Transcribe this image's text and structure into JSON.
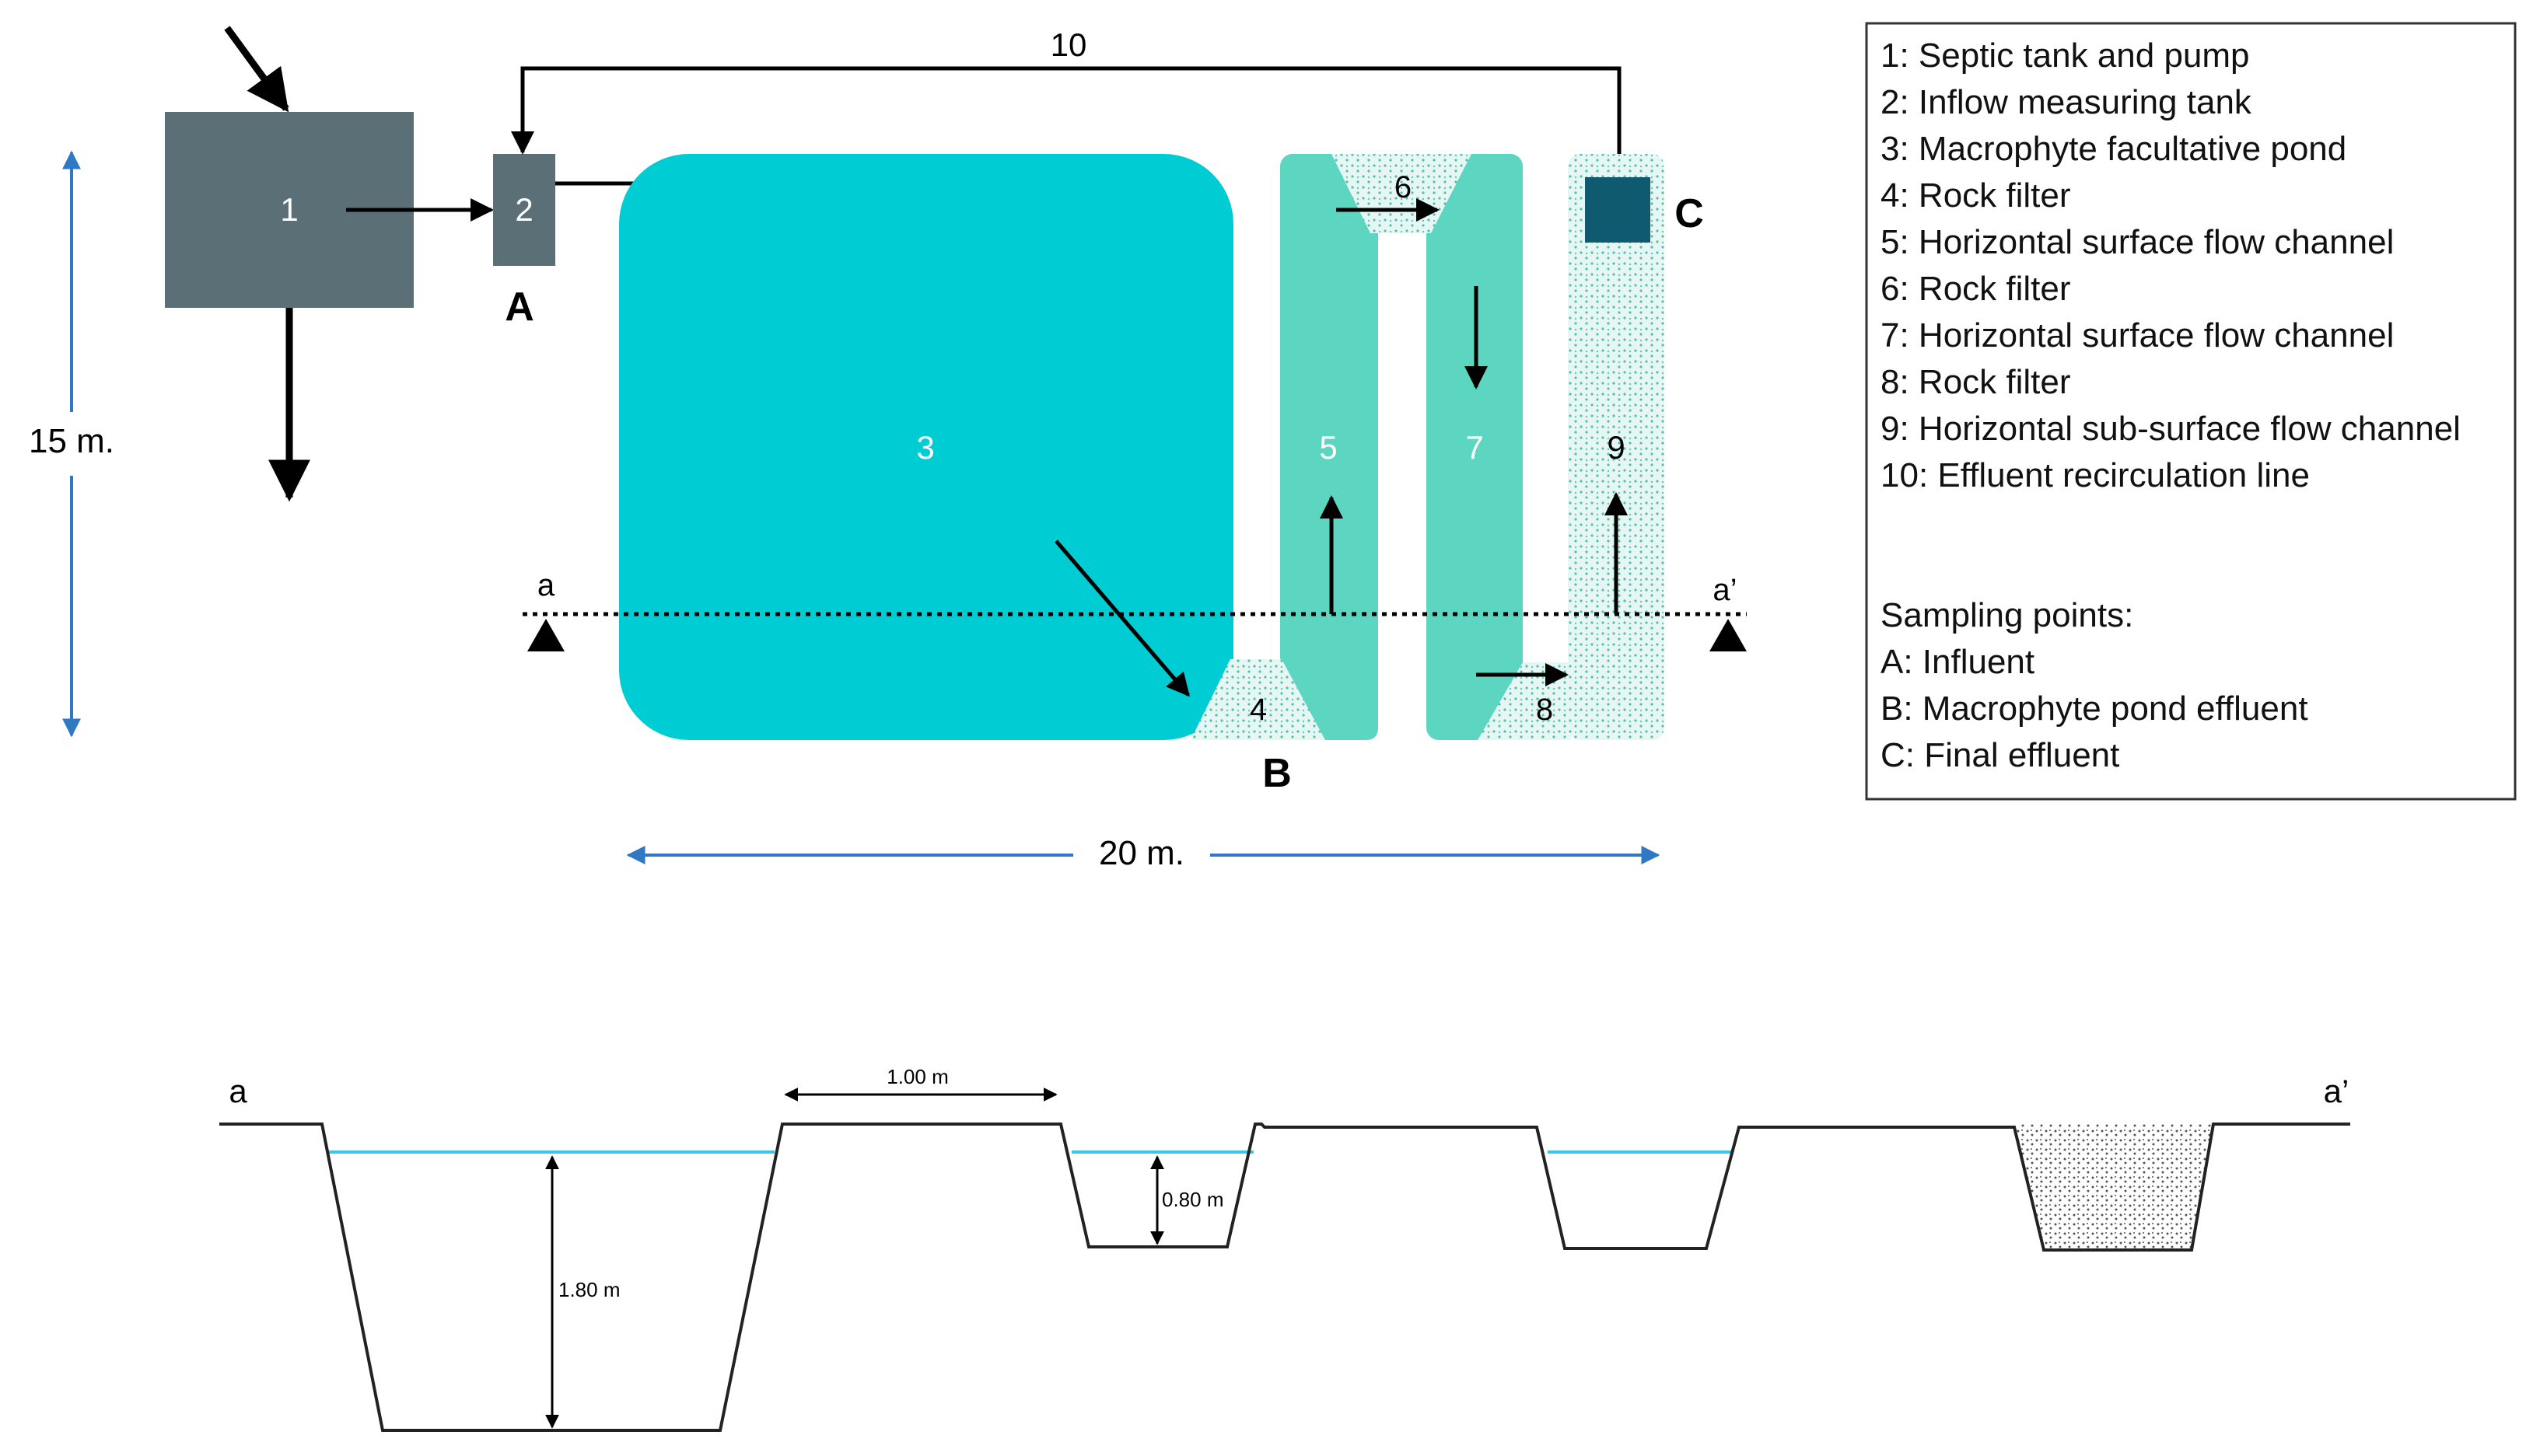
{
  "colors": {
    "tank": "#5a6f76",
    "pond": "#00ccd4",
    "channel": "#5cd6c0",
    "rock_fill": "#e6f6f3",
    "rock_dots": "#55bfae",
    "sampler_c": "#0f5a6e",
    "dimension": "#2f78c4",
    "water_line": "#3cc6e6",
    "line": "#000000"
  },
  "plan": {
    "labels": {
      "n1": "1",
      "n2": "2",
      "n3": "3",
      "n4": "4",
      "n5": "5",
      "n6": "6",
      "n7": "7",
      "n8": "8",
      "n9": "9",
      "n10": "10"
    },
    "sampling": {
      "A": "A",
      "B": "B",
      "C": "C"
    },
    "section_marks": {
      "start": "a",
      "end": "a’"
    },
    "dimensions": {
      "height": "15 m.",
      "width": "20 m."
    }
  },
  "section": {
    "labels": {
      "start": "a",
      "end": "a’"
    },
    "dimensions": {
      "top_width": "1.00 m",
      "channel_depth": "0.80 m",
      "pond_depth": "1.80 m"
    }
  },
  "legend": {
    "items": [
      "1: Septic tank and pump",
      "2: Inflow measuring tank",
      "3: Macrophyte facultative pond",
      "4: Rock filter",
      "5: Horizontal surface flow channel",
      "6: Rock filter",
      "7: Horizontal surface flow channel",
      "8: Rock filter",
      "9: Horizontal sub-surface flow channel",
      "10: Effluent recirculation line"
    ],
    "sampling_title": "Sampling points:",
    "sampling_items": [
      "A: Influent",
      "B: Macrophyte pond effluent",
      "C: Final effluent"
    ]
  }
}
